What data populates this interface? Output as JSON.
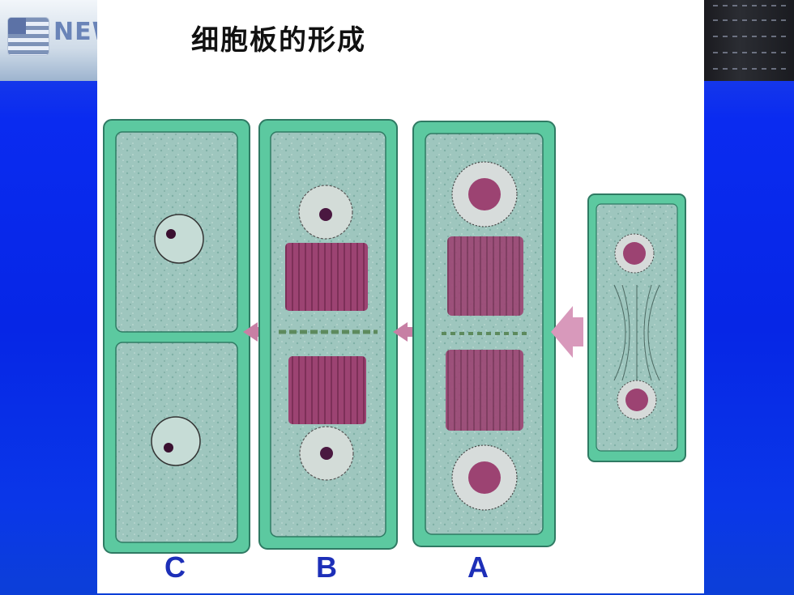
{
  "header": {
    "logo_text": "NEW"
  },
  "title": "细胞板的形成",
  "labels": {
    "c": "C",
    "b": "B",
    "a": "A"
  },
  "colors": {
    "background_blue": "#0626e6",
    "cell_wall": "#5cc9a0",
    "cytoplasm": "#8fbdb4",
    "chromosome": "#9c4372",
    "label": "#1d2fb8"
  }
}
